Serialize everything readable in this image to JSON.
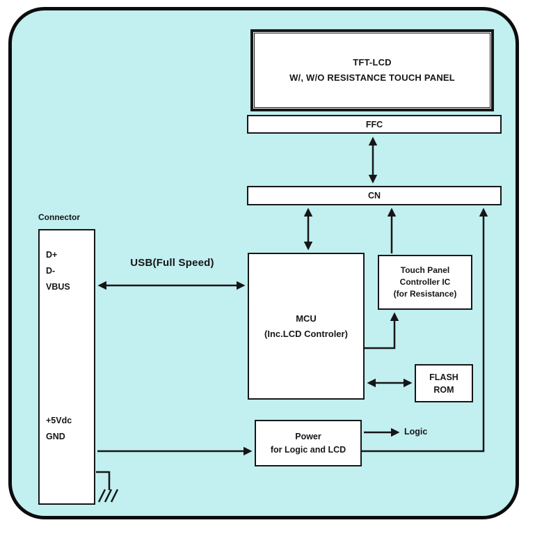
{
  "diagram": {
    "tft_lcd": {
      "line1": "TFT-LCD",
      "line2": "W/, W/O RESISTANCE TOUCH PANEL"
    },
    "ffc": "FFC",
    "cn": "CN",
    "connector": {
      "title": "Connector",
      "pins_top": [
        "D+",
        "D-",
        "VBUS"
      ],
      "pins_bottom": [
        "+5Vdc",
        "GND"
      ]
    },
    "usb_label": "USB(Full Speed)",
    "mcu": {
      "line1": "MCU",
      "line2": "(Inc.LCD Controler)"
    },
    "touch_panel": {
      "line1": "Touch Panel",
      "line2": "Controller IC",
      "line3": "(for Resistance)"
    },
    "flash": {
      "line1": "FLASH",
      "line2": "ROM"
    },
    "power": {
      "line1": "Power",
      "line2": "for Logic and LCD"
    },
    "logic_label": "Logic",
    "colors": {
      "background": "#c2eff0",
      "box_fill": "#ffffff",
      "line": "#161616"
    }
  }
}
